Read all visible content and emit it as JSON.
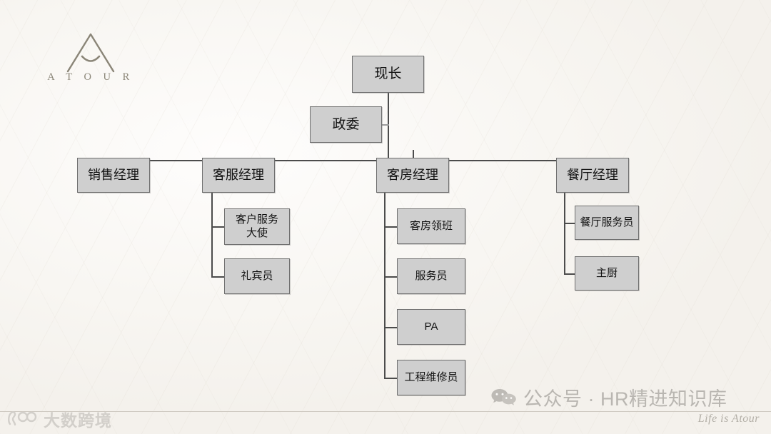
{
  "brand": {
    "logo_icon": "atour-mountain-icon",
    "wordmark": "A T O U R",
    "tagline": "Life is Atour"
  },
  "org_chart": {
    "type": "org-tree",
    "title": "",
    "nodes": [
      {
        "id": "n1",
        "label": "现长",
        "level": 1,
        "parent": null
      },
      {
        "id": "n2",
        "label": "政委",
        "level": 1,
        "parent": "n1"
      },
      {
        "id": "n3",
        "label": "销售经理",
        "level": 2,
        "parent": "n1"
      },
      {
        "id": "n4",
        "label": "客服经理",
        "level": 2,
        "parent": "n1"
      },
      {
        "id": "n5",
        "label": "客房经理",
        "level": 2,
        "parent": "n1"
      },
      {
        "id": "n6",
        "label": "餐厅经理",
        "level": 2,
        "parent": "n1"
      },
      {
        "id": "n7",
        "label_line1": "客户服务",
        "label_line2": "大使",
        "level": 3,
        "parent": "n4"
      },
      {
        "id": "n8",
        "label": "礼宾员",
        "level": 3,
        "parent": "n4"
      },
      {
        "id": "n9",
        "label": "客房领班",
        "level": 3,
        "parent": "n5"
      },
      {
        "id": "n10",
        "label": "服务员",
        "level": 3,
        "parent": "n5"
      },
      {
        "id": "n11",
        "label": "PA",
        "level": 3,
        "parent": "n5"
      },
      {
        "id": "n12",
        "label": "工程维修员",
        "level": 3,
        "parent": "n5"
      },
      {
        "id": "n13",
        "label": "餐厅服务员",
        "level": 3,
        "parent": "n6"
      },
      {
        "id": "n14",
        "label": "主厨",
        "level": 3,
        "parent": "n6"
      }
    ],
    "box_fill_color": "#cfcfcf",
    "box_border_color": "#6f6f6f",
    "connector_color": "#4c4c4c",
    "background_color": "#fbfaf8"
  },
  "watermarks": {
    "wechat_icon": "wechat-icon",
    "wechat_label": "公众号 · HR精进知识库",
    "brand_icon": "dashu-kuajing-icon",
    "brand_label": "大数跨境"
  }
}
